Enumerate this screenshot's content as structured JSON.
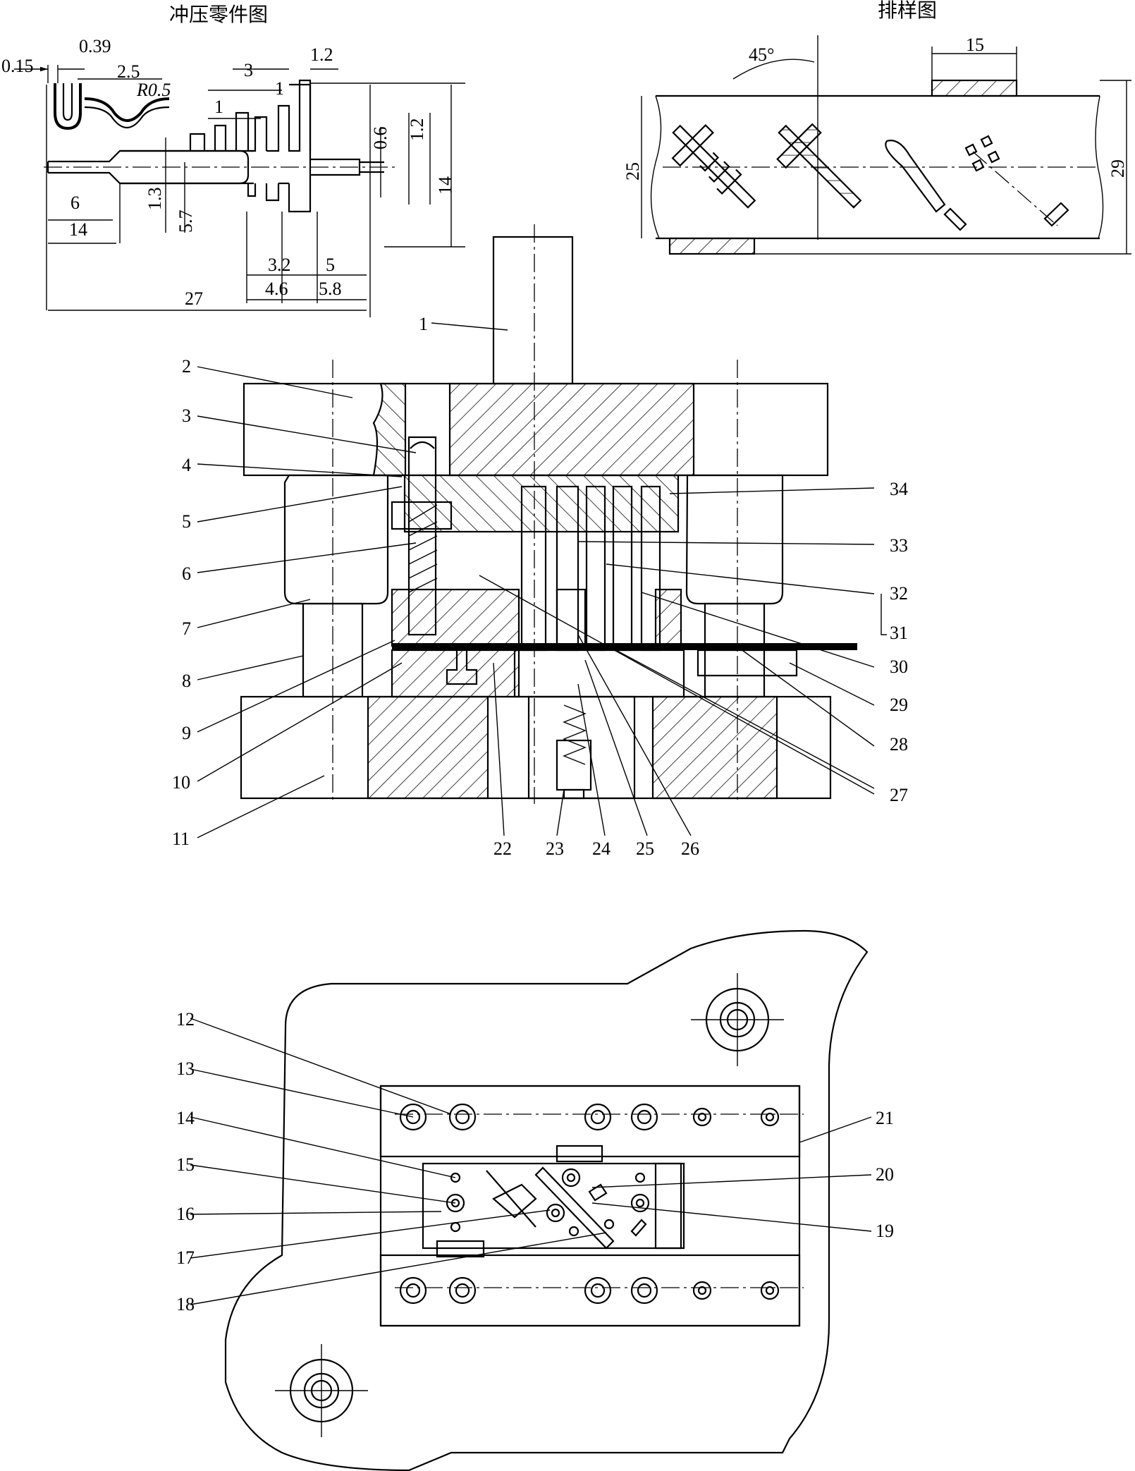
{
  "titles": {
    "part_drawing": "冲压零件图",
    "layout_drawing": "排样图"
  },
  "part_dimensions": [
    "0.15",
    "0.39",
    "2.5",
    "R0.5",
    "3",
    "1.2",
    "1",
    "1",
    "0.6",
    "1.2",
    "1.3",
    "5.7",
    "14",
    "6",
    "14",
    "3.2",
    "5",
    "4.6",
    "5.8",
    "27"
  ],
  "layout_dimensions": [
    "45°",
    "15",
    "25",
    "29"
  ],
  "callouts": [
    "1",
    "2",
    "3",
    "4",
    "5",
    "6",
    "7",
    "8",
    "9",
    "10",
    "11",
    "12",
    "13",
    "14",
    "15",
    "16",
    "17",
    "18",
    "19",
    "20",
    "21",
    "22",
    "23",
    "24",
    "25",
    "26",
    "27",
    "28",
    "29",
    "30",
    "31",
    "32",
    "33",
    "34"
  ]
}
